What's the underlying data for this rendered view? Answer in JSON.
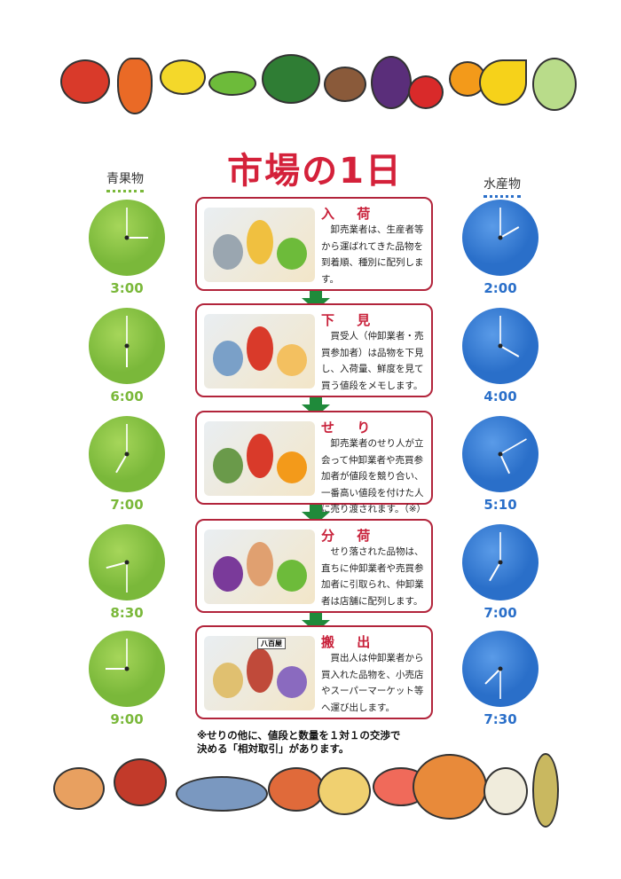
{
  "title": "市場の1日",
  "left_category": {
    "label": "青果物",
    "color": "#7ab83a"
  },
  "right_category": {
    "label": "水産物",
    "color": "#2a6fc9"
  },
  "left_clocks": [
    {
      "time": "3:00",
      "h": 3,
      "m": 0
    },
    {
      "time": "6:00",
      "h": 6,
      "m": 0
    },
    {
      "time": "7:00",
      "h": 7,
      "m": 0
    },
    {
      "time": "8:30",
      "h": 8,
      "m": 30
    },
    {
      "time": "9:00",
      "h": 9,
      "m": 0
    }
  ],
  "right_clocks": [
    {
      "time": "2:00",
      "h": 2,
      "m": 0
    },
    {
      "time": "4:00",
      "h": 4,
      "m": 0
    },
    {
      "time": "5:10",
      "h": 5,
      "m": 10
    },
    {
      "time": "7:00",
      "h": 7,
      "m": 0
    },
    {
      "time": "7:30",
      "h": 7,
      "m": 30
    }
  ],
  "steps": [
    {
      "heading": "入 荷",
      "text": "卸売業者は、生産者等から運ばれてきた品物を到着順、種別に配列します。"
    },
    {
      "heading": "下 見",
      "text": "買受人（仲卸業者・売買参加者）は品物を下見し、入荷量、鮮度を見て買う値段をメモします。"
    },
    {
      "heading": "せ り",
      "text": "卸売業者のせり人が立会って仲卸業者や売買参加者が値段を競り合い、一番高い値段を付けた人に売り渡されます。（※）"
    },
    {
      "heading": "分 荷",
      "text": "せり落された品物は、直ちに仲卸業者や売買参加者に引取られ、仲卸業者は店舗に配列します。"
    },
    {
      "heading": "搬 出",
      "text": "買出人は仲卸業者から買入れた品物を、小売店やスーパーマーケット等へ運び出します。"
    }
  ],
  "shop_sign": "八百屋",
  "note": {
    "line1": "※せりの他に、値段と数量を１対１の交渉で",
    "line2": "決める「相対取引」があります。"
  },
  "accent_red": "#c8213a",
  "arrow_green": "#1f8a3a"
}
